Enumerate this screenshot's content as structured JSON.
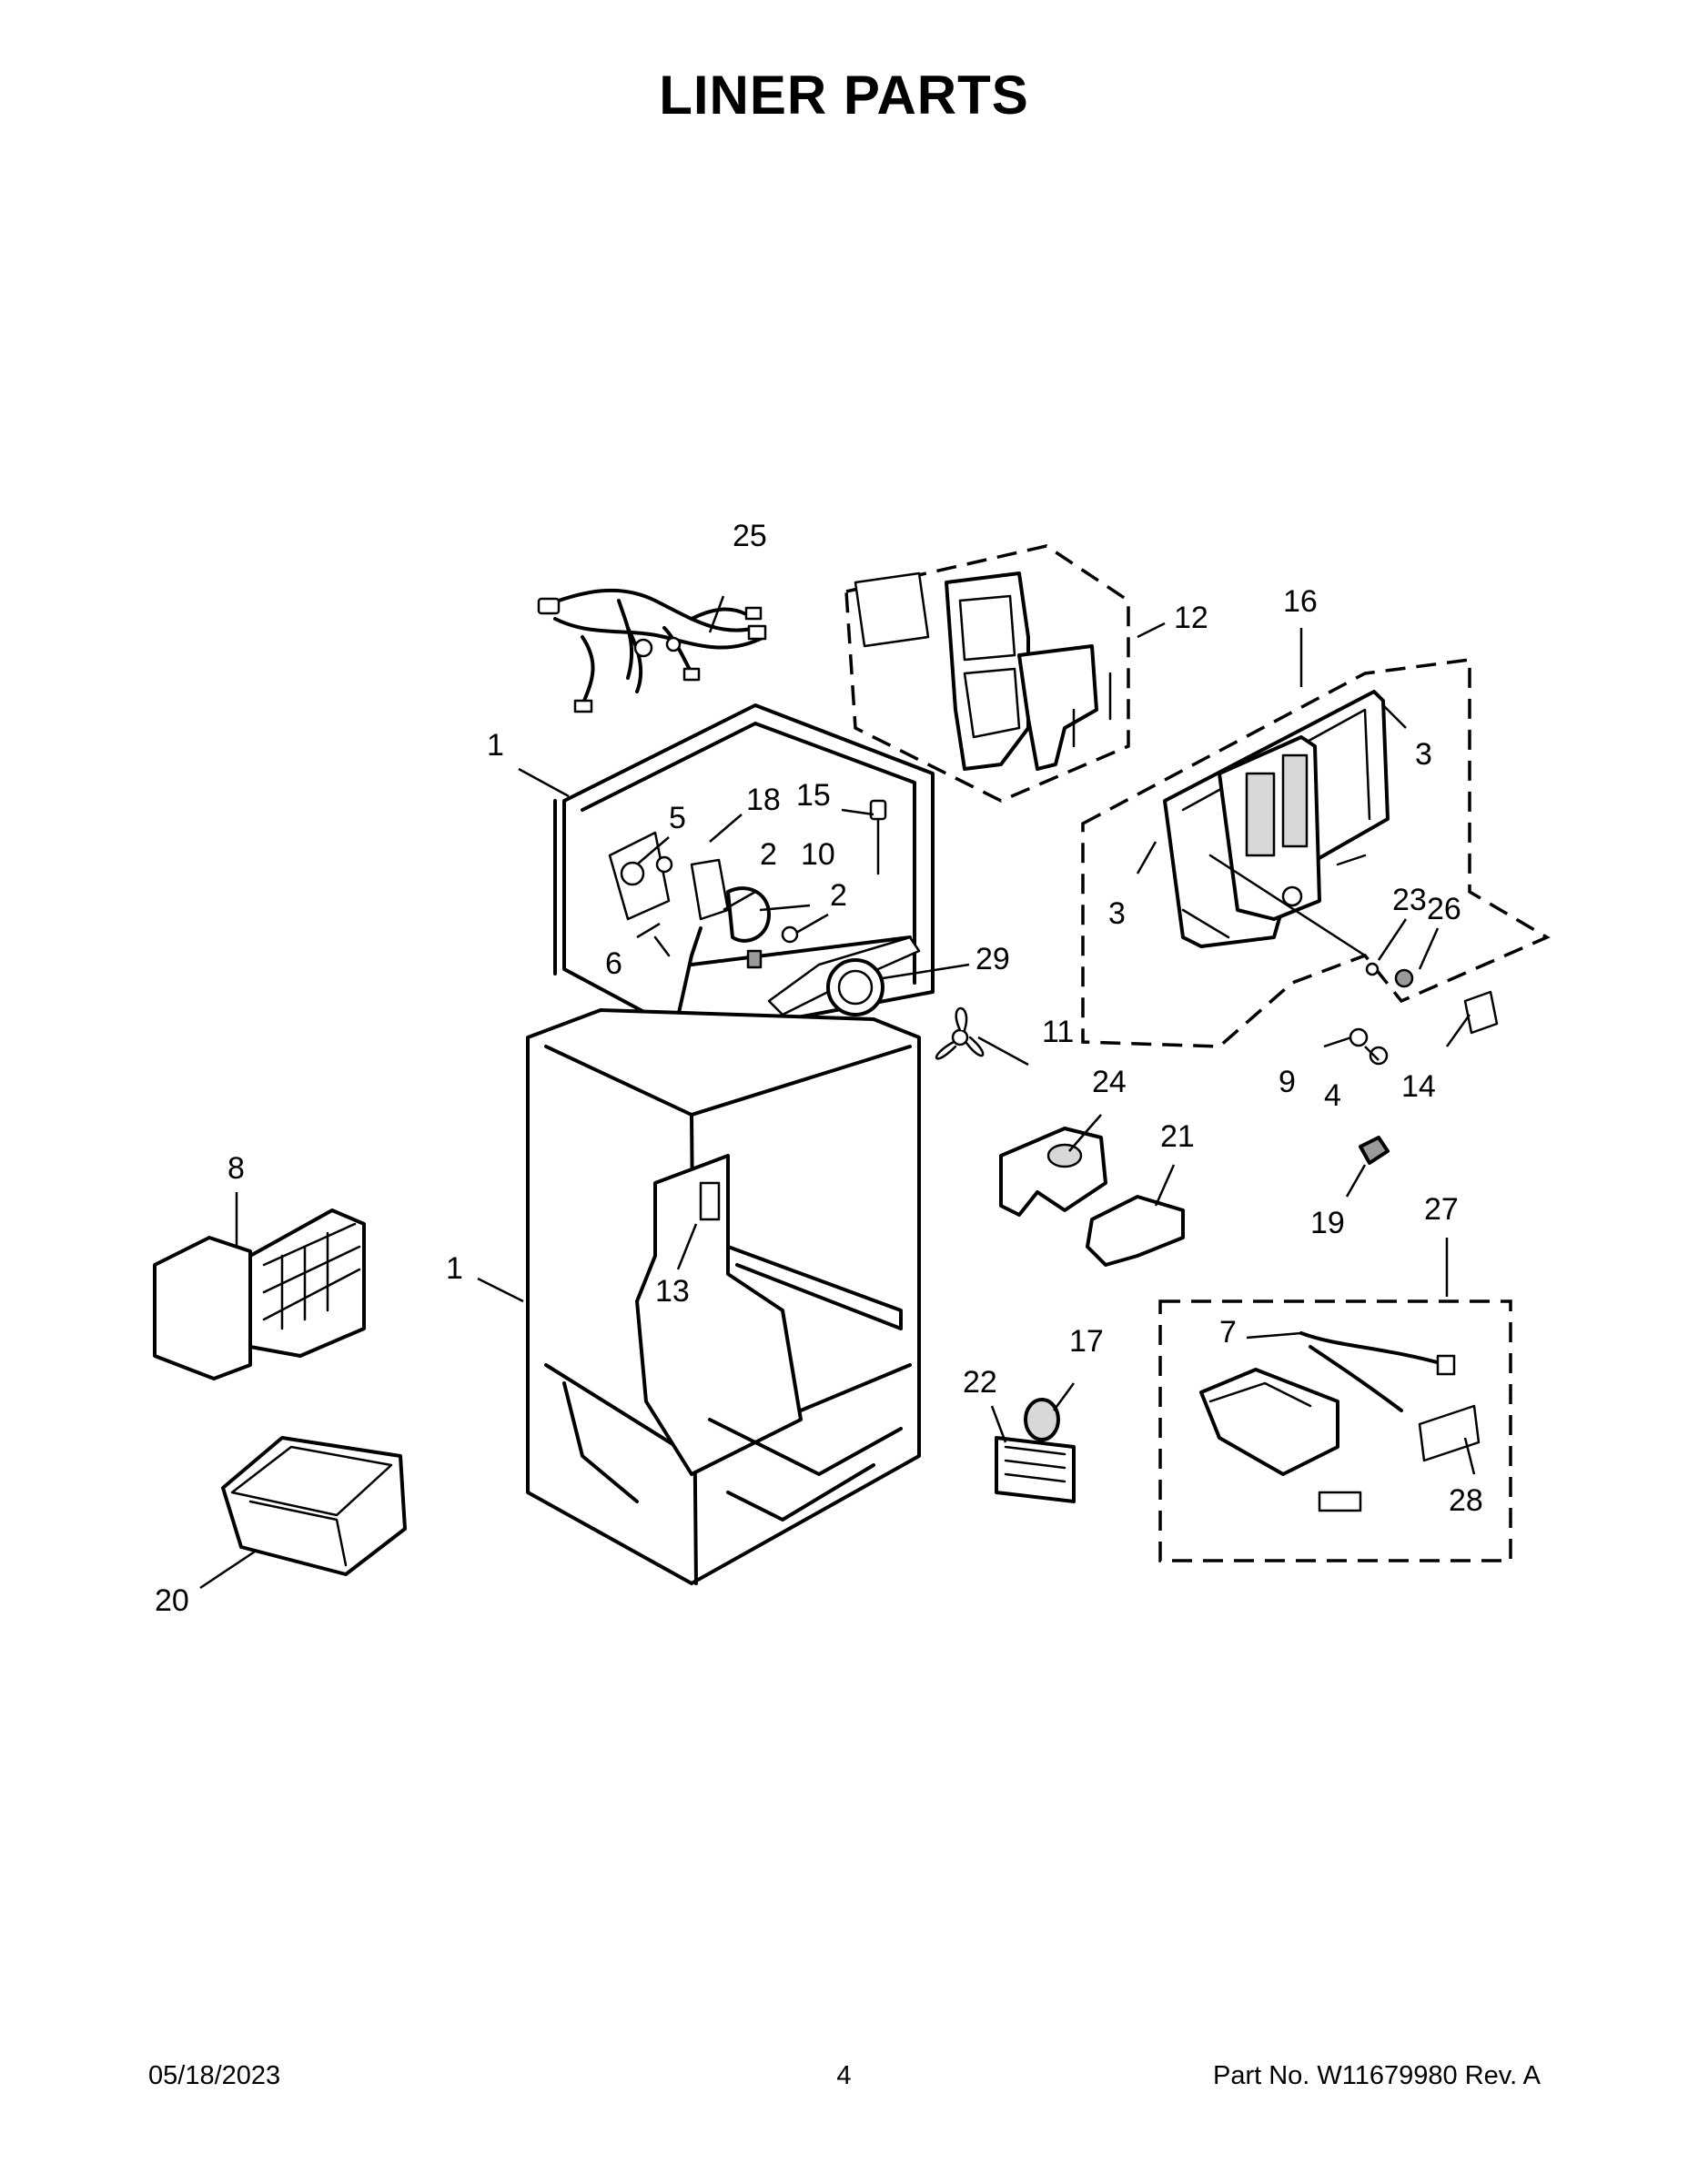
{
  "title": "LINER PARTS",
  "footer": {
    "date": "05/18/2023",
    "page": "4",
    "part_no": "Part No.  W11679980  Rev.  A"
  },
  "callouts": {
    "c25": "25",
    "c12": "12",
    "c16": "16",
    "c3a": "3",
    "c3b": "3",
    "c1a": "1",
    "c5": "5",
    "c18": "18",
    "c15": "15",
    "c2a": "2",
    "c10": "10",
    "c2b": "2",
    "c6": "6",
    "c29": "29",
    "c23": "23",
    "c26": "26",
    "c11": "11",
    "c9": "9",
    "c4": "4",
    "c14": "14",
    "c24": "24",
    "c21": "21",
    "c8": "8",
    "c1b": "1",
    "c13": "13",
    "c19": "19",
    "c27": "27",
    "c7": "7",
    "c22": "22",
    "c17": "17",
    "c28": "28",
    "c20": "20"
  }
}
